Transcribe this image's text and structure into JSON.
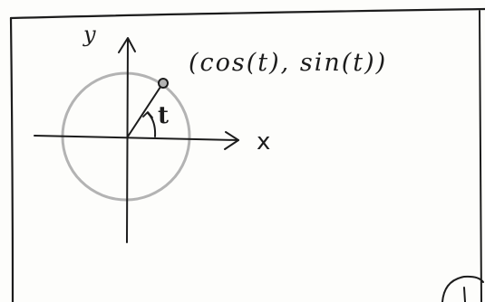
{
  "diagram": {
    "y_axis_label": "y",
    "x_axis_label": "x",
    "angle_label": "t",
    "point_label": "(cos(t), sin(t))"
  },
  "colors": {
    "ink": "#1c1c1c",
    "circle": "#b3b3b3",
    "paper": "#fdfdfb"
  }
}
